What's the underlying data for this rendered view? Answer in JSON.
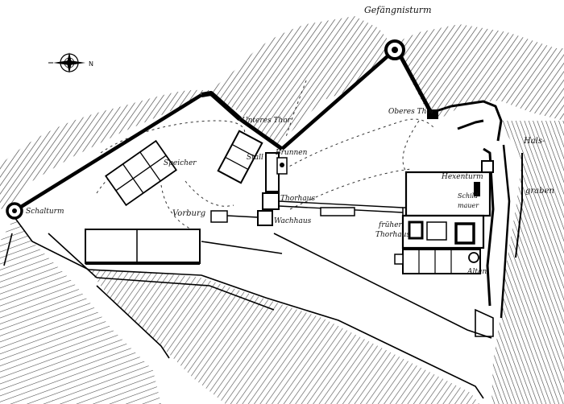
{
  "map": {
    "labels": {
      "gefaengnisturm": "Gefängnisturm",
      "unteres_thor": "Unteres Thor",
      "stall": "Stall",
      "brunnen": "Brunnen",
      "oberes_thor": "Oberes Thor",
      "halsgraben_1": "Hals-",
      "halsgraben_2": "graben",
      "speicher": "Speicher",
      "schalturm": "Schalturm",
      "vorburg": "Vorburg",
      "thorhaus": "Thorhaus",
      "wachhaus": "Wachhaus",
      "hexenturm": "Hexenturm",
      "schildmauer_1": "Schild-",
      "schildmauer_2": "mauer",
      "frueher_1": "früher",
      "frueher_2": "Thorhaus",
      "altan": "Altan"
    },
    "compass": {
      "north": "N"
    }
  }
}
